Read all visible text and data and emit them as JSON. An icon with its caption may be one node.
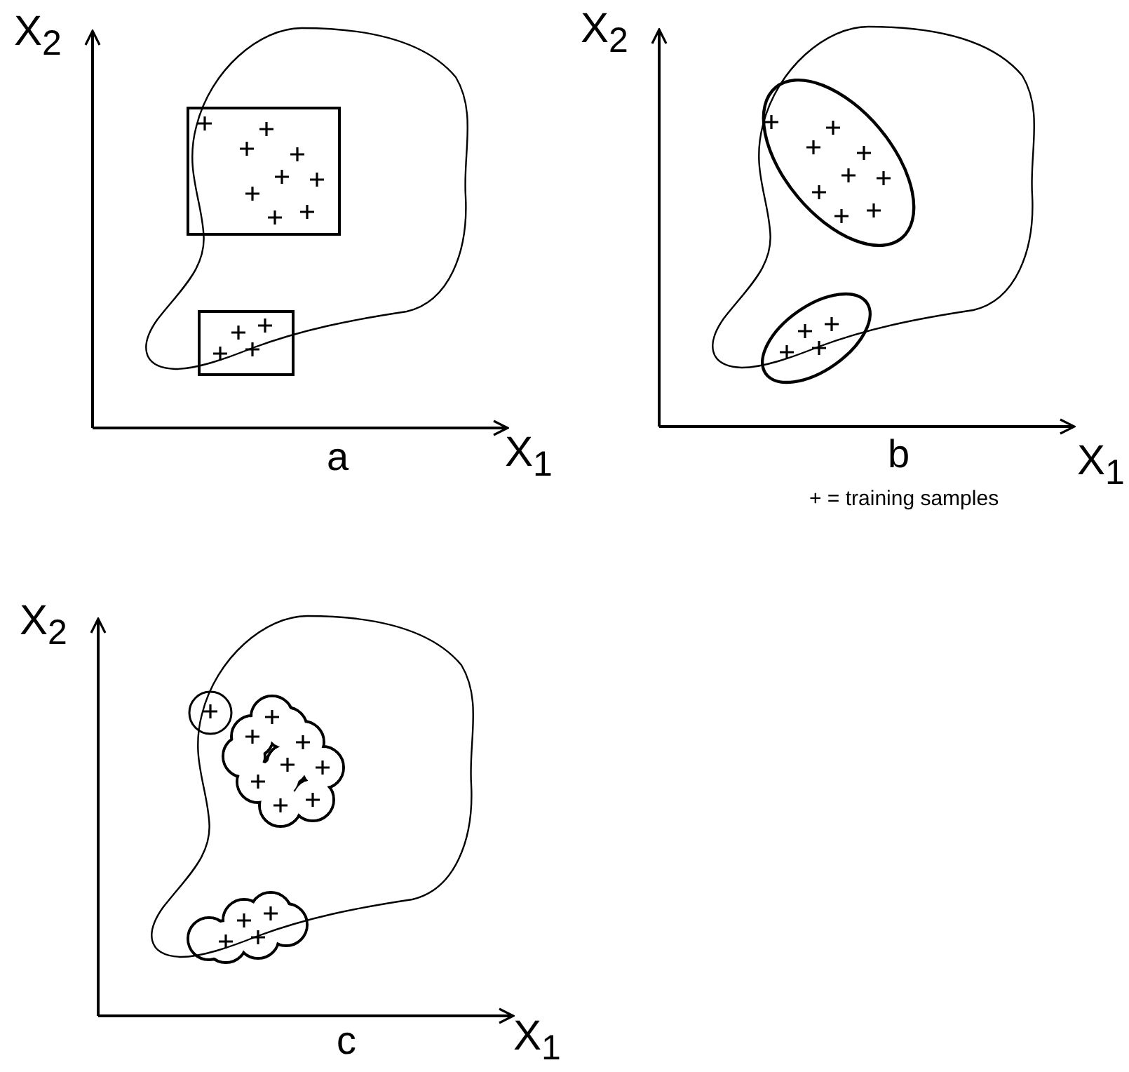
{
  "diagram": {
    "labels": [
      "X$_{2}$",
      "X$_{1}$",
      "a",
      "X$_{2}$",
      "b",
      "X$_{1}$",
      "+ = training samples",
      "X$_{2}$",
      "c",
      "X$_{1}$"
    ]
  }
}
